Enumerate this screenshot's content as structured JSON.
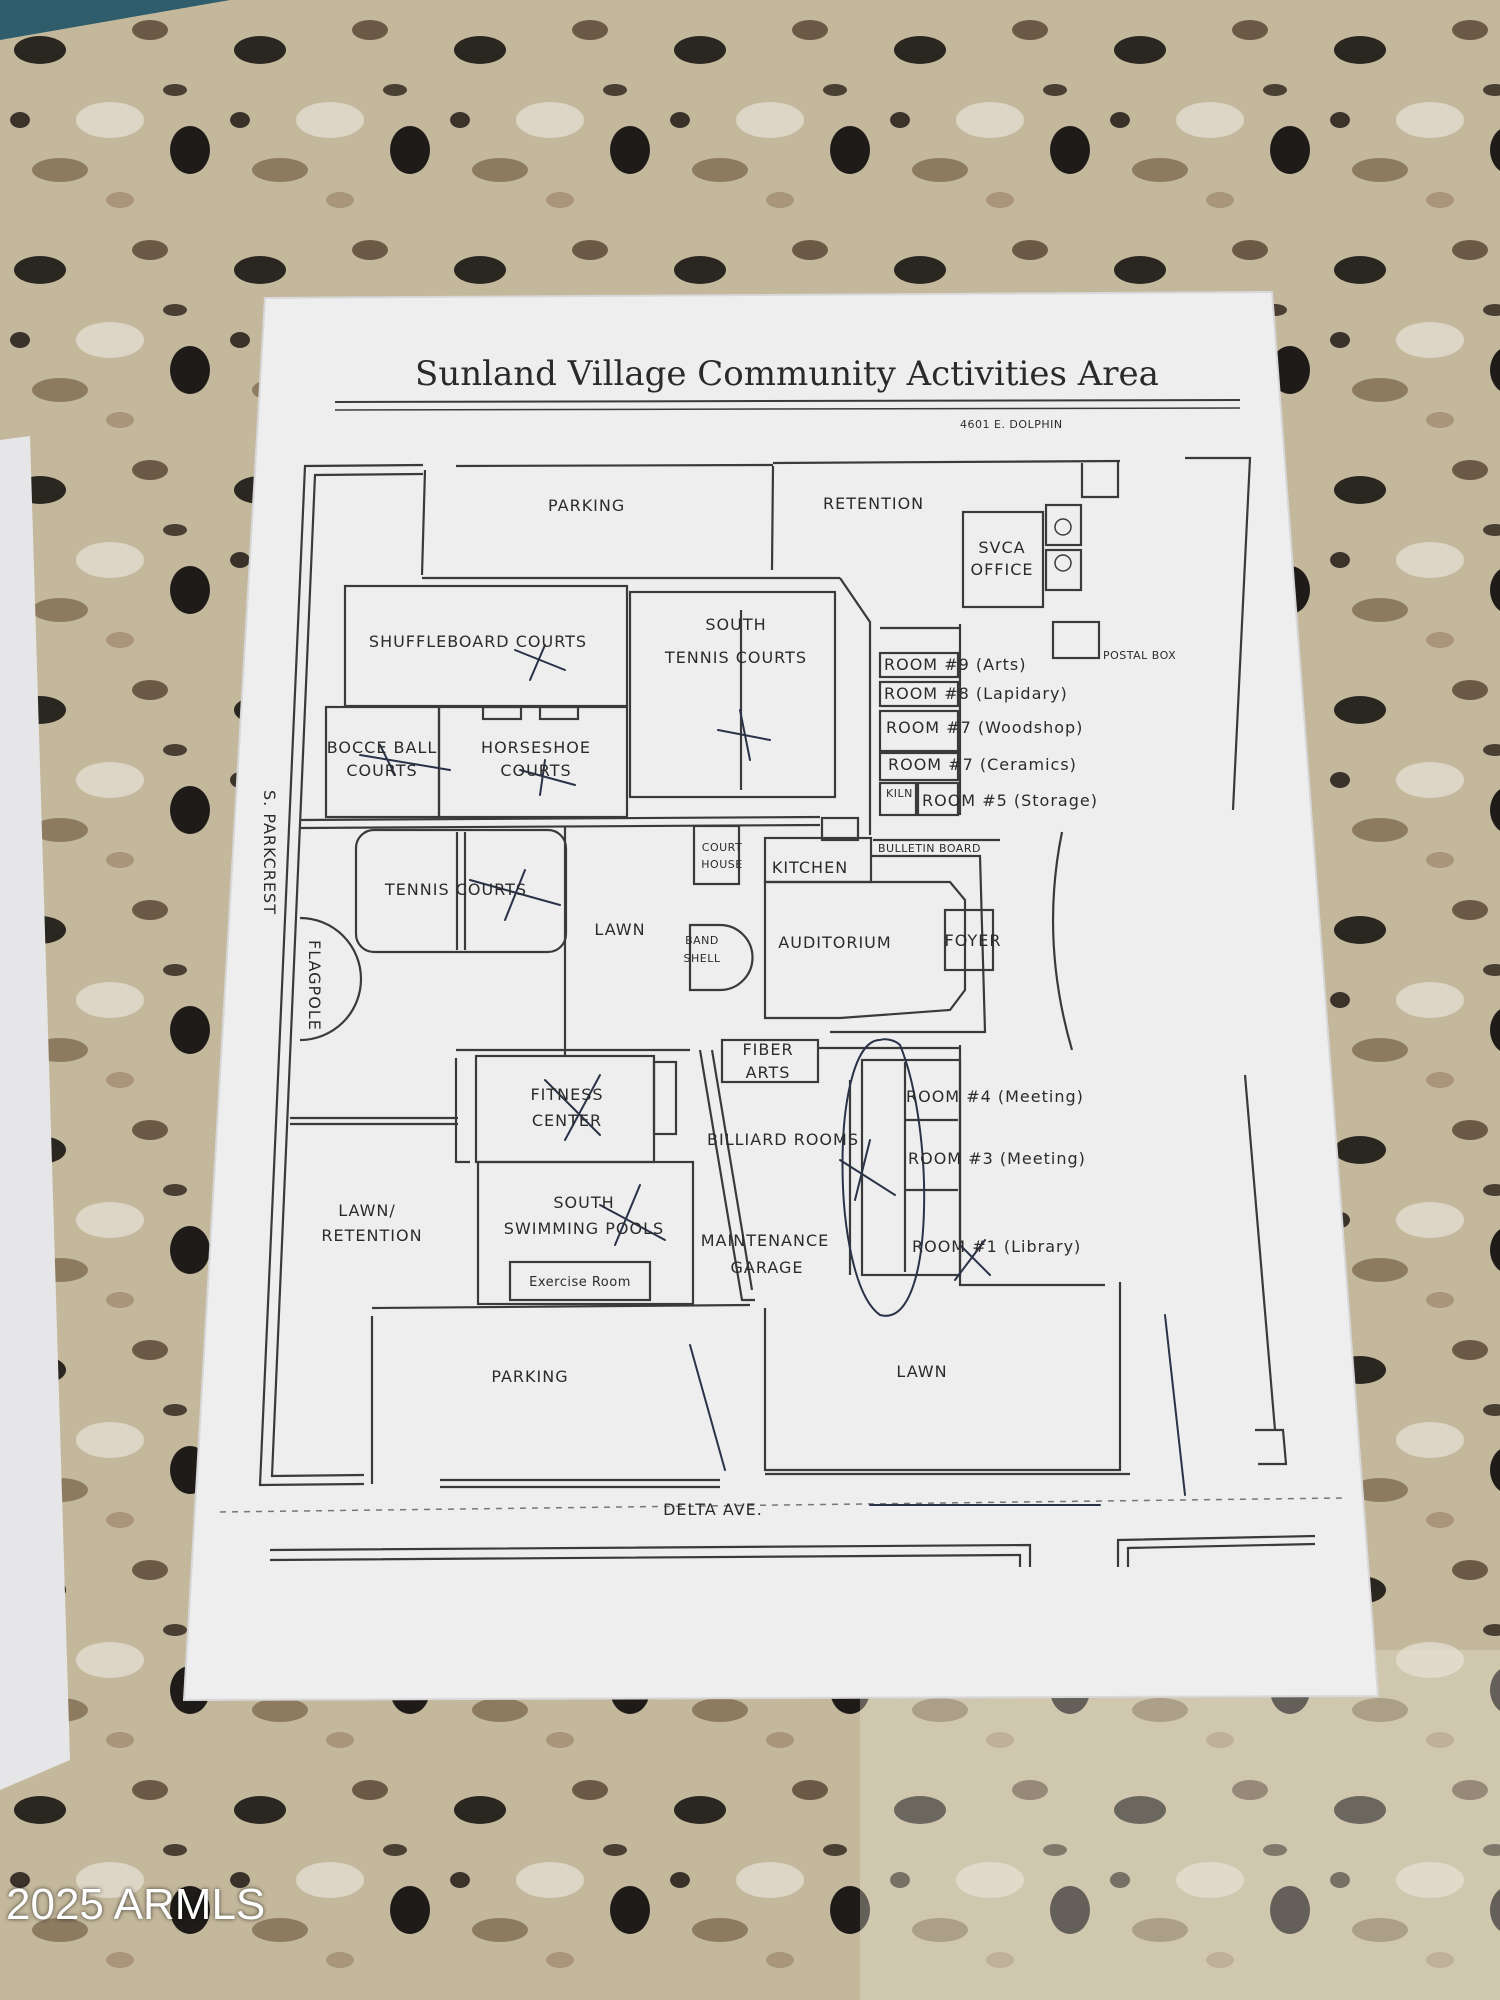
{
  "map": {
    "title": "Sunland Village Community Activities Area",
    "address": "4601 E. DOLPHIN",
    "labels": {
      "parking_top": "PARKING",
      "retention": "RETENTION",
      "svca_1": "SVCA",
      "svca_2": "OFFICE",
      "postal_box": "POSTAL BOX",
      "shuffleboard": "SHUFFLEBOARD COURTS",
      "south_tennis_1": "SOUTH",
      "south_tennis_2": "TENNIS COURTS",
      "room9": "ROOM #9 (Arts)",
      "room8": "ROOM #8 (Lapidary)",
      "room7a": "ROOM #7 (Woodshop)",
      "room7b": "ROOM #7 (Ceramics)",
      "kiln": "KILN",
      "room5": "ROOM #5 (Storage)",
      "bocce_1": "BOCCE BALL",
      "bocce_2": "COURTS",
      "horseshoe_1": "HORSESHOE",
      "horseshoe_2": "COURTS",
      "parkcrest": "S. PARKCREST",
      "court_house_1": "COURT",
      "court_house_2": "HOUSE",
      "kitchen": "KITCHEN",
      "bulletin_board": "BULLETIN BOARD",
      "tennis_courts": "TENNIS COURTS",
      "lawn_mid": "LAWN",
      "band_1": "BAND",
      "band_2": "SHELL",
      "auditorium": "AUDITORIUM",
      "foyer": "FOYER",
      "flagpole": "FLAGPOLE",
      "fiber_1": "FIBER",
      "fiber_2": "ARTS",
      "fitness_1": "FITNESS",
      "fitness_2": "CENTER",
      "room4": "ROOM #4 (Meeting)",
      "billiard": "BILLIARD ROOMS",
      "room3": "ROOM #3 (Meeting)",
      "lawn_ret_1": "LAWN/",
      "lawn_ret_2": "RETENTION",
      "pools_1": "SOUTH",
      "pools_2": "SWIMMING POOLS",
      "maint_1": "MAINTENANCE",
      "maint_2": "GARAGE",
      "room1": "ROOM #1 (Library)",
      "exercise": "Exercise Room",
      "parking_bottom": "PARKING",
      "lawn_bottom": "LAWN",
      "delta": "DELTA AVE."
    }
  },
  "watermark": "2025 ARMLS",
  "colors": {
    "paper": "#eeeeef",
    "ink": "#3a3a3a",
    "pen": "#2a3247",
    "granite": "#b9ad93"
  }
}
